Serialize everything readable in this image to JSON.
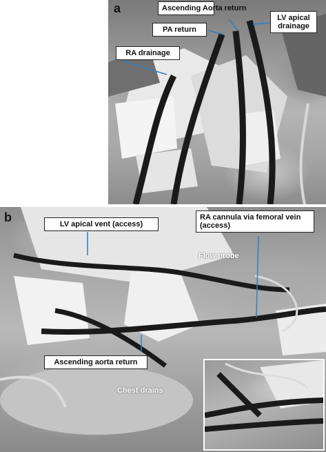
{
  "figure": {
    "panels": [
      {
        "letter": "a"
      },
      {
        "letter": "b"
      }
    ],
    "labels_a": {
      "ascending_aorta_return": "Ascending Aorta return",
      "pa_return": "PA return",
      "lv_apical_drainage": "LV apical drainage",
      "ra_drainage": "RA drainage"
    },
    "labels_b": {
      "lv_apical_vent": "LV apical vent (access)",
      "ra_cannula": "RA cannula via femoral vein (access)",
      "flow_probe": "Flow probe",
      "ascending_aorta_return": "Ascending aorta return",
      "chest_drains": "Chest drains"
    },
    "colors": {
      "arrow": "#2f7fc1",
      "tube": "#1a1a1a",
      "drape": "#f2f2f2"
    }
  }
}
